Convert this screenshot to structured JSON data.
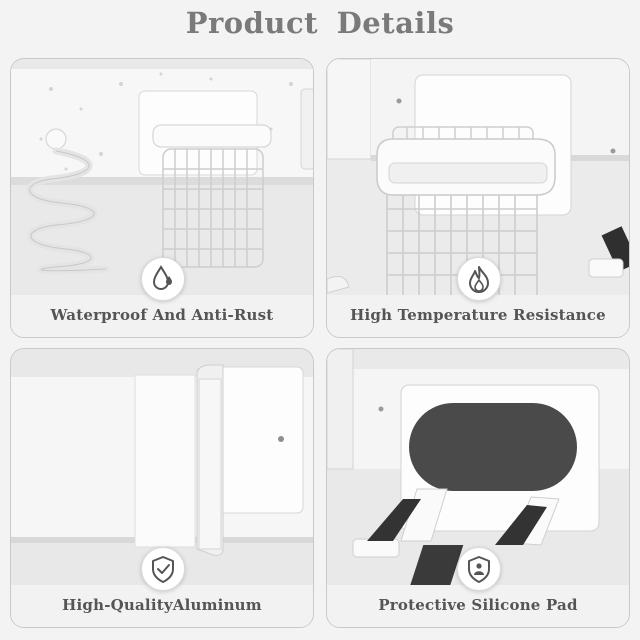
{
  "header": {
    "title": "Product  Details"
  },
  "panels": [
    {
      "label": "Waterproof And Anti-Rust",
      "icon": "water-drop-icon"
    },
    {
      "label": "High Temperature Resistance",
      "icon": "flame-icon"
    },
    {
      "label": "High-QualityAluminum",
      "icon": "shield-check-icon"
    },
    {
      "label": "Protective Silicone Pad",
      "icon": "shield-pad-icon"
    }
  ],
  "colors": {
    "title": "#7a7a7a",
    "label": "#555555",
    "pad": "#4a4a4a"
  }
}
